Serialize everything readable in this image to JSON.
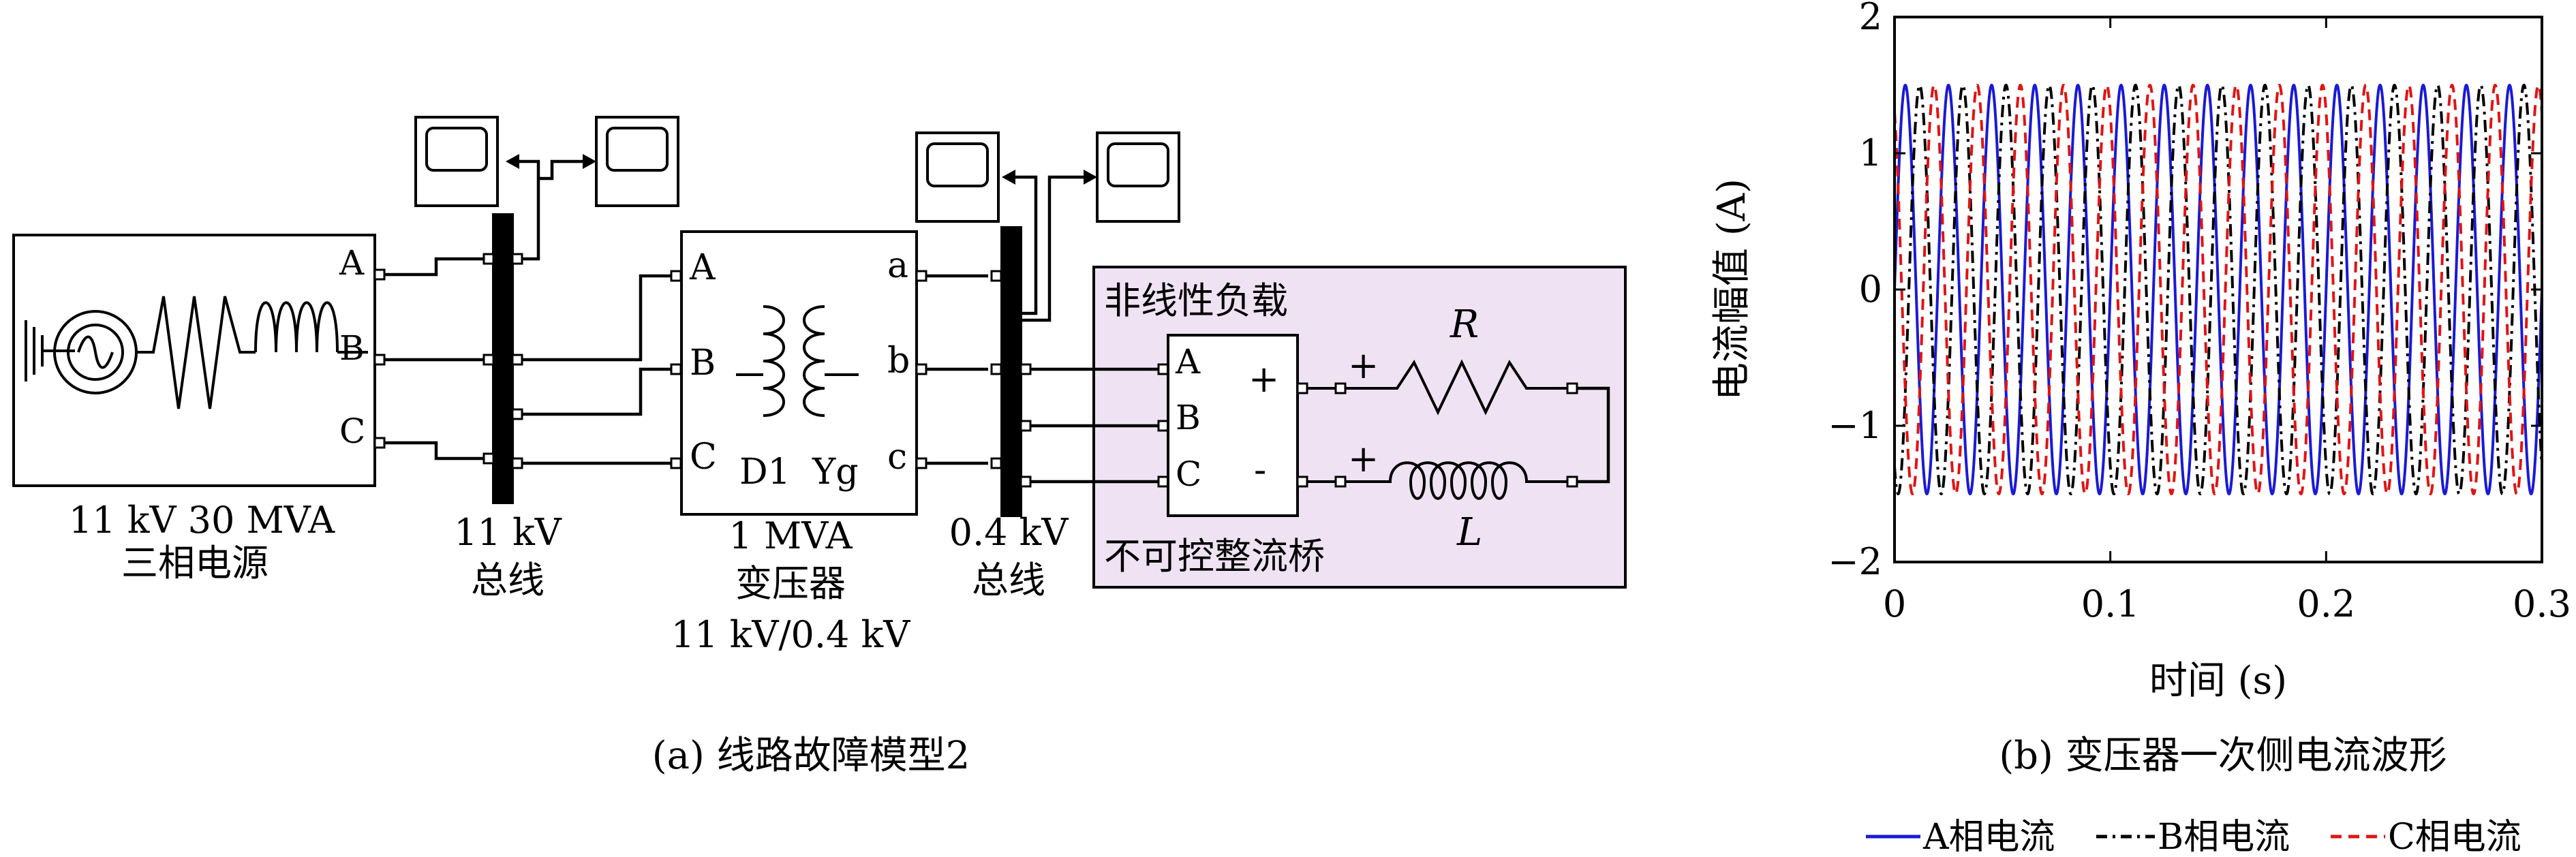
{
  "diagram": {
    "source": {
      "phases": [
        "A",
        "B",
        "C"
      ],
      "label_line1": "11 kV 30 MVA",
      "label_line2": "三相电源"
    },
    "bus1": {
      "label_line1": "11 kV",
      "label_line2": "总线"
    },
    "transformer": {
      "hv_phases": [
        "A",
        "B",
        "C"
      ],
      "lv_phases": [
        "a",
        "b",
        "c"
      ],
      "winding_hv": "D1",
      "winding_lv": "Yg",
      "label_line1": "1 MVA",
      "label_line2": "变压器",
      "label_line3": "11 kV/0.4 kV"
    },
    "bus2": {
      "label_line1": "0.4 kV",
      "label_line2": "总线"
    },
    "load": {
      "title": "非线性负载",
      "rectifier_inputs": [
        "A",
        "B",
        "C"
      ],
      "plus": "+",
      "minus": "-",
      "rectifier_label": "不可控整流桥",
      "resistor": "R",
      "inductor": "L",
      "terminal_plus": "+"
    },
    "caption": "(a) 线路故障模型2"
  },
  "plot": {
    "ylabel": "电流幅值 (A)",
    "xlabel": "时间 (s)",
    "caption": "(b) 变压器一次侧电流波形",
    "yticks": [
      "2",
      "1",
      "0",
      "−1",
      "−2"
    ],
    "xticks": [
      "0",
      "0.1",
      "0.2",
      "0.3"
    ]
  },
  "legend": {
    "a": "A相电流",
    "b": "B相电流",
    "c": "C相电流"
  },
  "colors": {
    "phase_a": "#1a1ad6",
    "phase_b": "#000000",
    "phase_c": "#e01414",
    "load_bg": "#efe3f3"
  },
  "chart_data": {
    "type": "line",
    "x_unit": "s",
    "xlim": [
      0,
      0.3
    ],
    "ylim": [
      -2,
      2
    ],
    "frequency_hz": 50,
    "amplitude": 1.5,
    "grid": false,
    "legend_position": "bottom",
    "series": [
      {
        "name": "A相电流",
        "phase_deg": 0,
        "color": "#1a1ad6",
        "dash": "solid"
      },
      {
        "name": "B相电流",
        "phase_deg": -120,
        "color": "#000000",
        "dash": "dashdot"
      },
      {
        "name": "C相电流",
        "phase_deg": 120,
        "color": "#e01414",
        "dash": "dashed"
      }
    ]
  }
}
